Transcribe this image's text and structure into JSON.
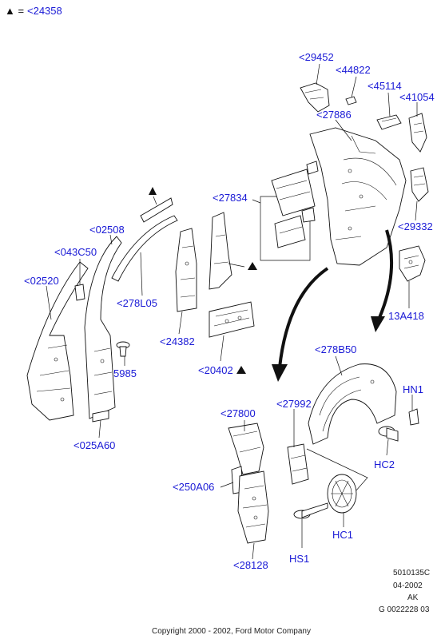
{
  "legend": {
    "symbol": "▲ =",
    "ref": "<24358"
  },
  "parts": {
    "p29452": "<29452",
    "p44822": "<44822",
    "p45114": "<45114",
    "p41054": "<41054",
    "p27886": "<27886",
    "p27834": "<27834",
    "p29332": "<29332",
    "p02508": "<02508",
    "p043C50": "<043C50",
    "p02520": "<02520",
    "p278L05": "<278L05",
    "p13A418": "13A418",
    "p24382": "<24382",
    "p5985": "5985",
    "p20402": "<20402",
    "p278B50": "<278B50",
    "pHN1": "HN1",
    "p27800": "<27800",
    "p27992": "<27992",
    "p025A60": "<025A60",
    "pHC2": "HC2",
    "p250A06": "<250A06",
    "pHC1": "HC1",
    "pHS1": "HS1",
    "p28128": "<28128"
  },
  "info": {
    "line1": "5010135C",
    "line2": "04-2002",
    "line3": "AK",
    "line4": "G 0022228 03"
  },
  "copyright": "Copyright 2000 - 2002, Ford Motor Company",
  "colors": {
    "label": "#1a1ad6",
    "line": "#111111",
    "background": "#ffffff"
  }
}
